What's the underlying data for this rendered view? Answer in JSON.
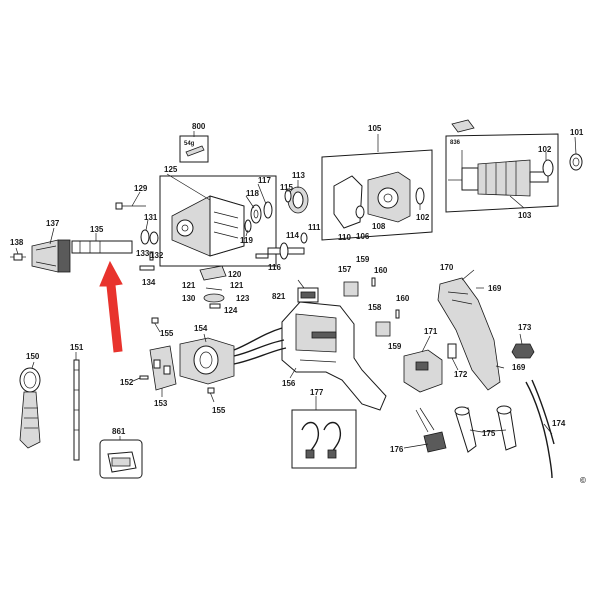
{
  "labels": {
    "l800": "800",
    "l54g": "54g",
    "l105": "105",
    "l836": "836",
    "l101": "101",
    "l102a": "102",
    "l103": "103",
    "l125": "125",
    "l129": "129",
    "l117": "117",
    "l118": "118",
    "l119": "119",
    "l113": "113",
    "l115": "115",
    "l137": "137",
    "l131": "131",
    "l135": "135",
    "l138": "138",
    "l133": "133",
    "l132": "132",
    "l134": "134",
    "l114": "114",
    "l111": "111",
    "l116": "116",
    "l110": "110",
    "l106": "106",
    "l108": "108",
    "l102b": "102",
    "l120": "120",
    "l121a": "121",
    "l121b": "121",
    "l123": "123",
    "l130": "130",
    "l124": "124",
    "l821": "821",
    "l157": "157",
    "l159a": "159",
    "l160a": "160",
    "l158": "158",
    "l160b": "160",
    "l159b": "159",
    "l170": "170",
    "l169a": "169",
    "l173": "173",
    "l169b": "169",
    "l171": "171",
    "l172": "172",
    "l155a": "155",
    "l154": "154",
    "l152": "152",
    "l153": "153",
    "l156": "156",
    "l155b": "155",
    "l150": "150",
    "l151": "151",
    "l177": "177",
    "l861": "861",
    "l176": "176",
    "l175": "175",
    "l174": "174"
  },
  "copyright_mark": "©",
  "colors": {
    "arrow": "#e8332d",
    "ink": "#1a1a1a"
  }
}
